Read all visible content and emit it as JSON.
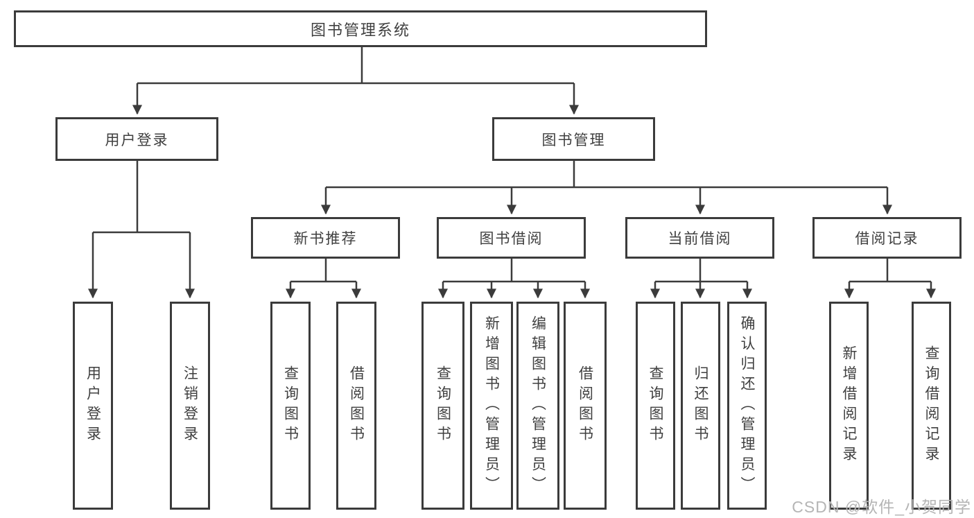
{
  "colors": {
    "line": "#3b3b3b",
    "box_border": "#3b3b3b",
    "text": "#3f3f3f",
    "background": "#ffffff",
    "watermark": "#b5b5b5"
  },
  "watermark": "CSDN @软件_小贺同学",
  "tree": {
    "root": "图书管理系统",
    "branches": [
      {
        "label": "用户登录",
        "children": [
          "用户登录",
          "注销登录"
        ]
      },
      {
        "label": "图书管理",
        "groups": [
          {
            "label": "新书推荐",
            "children": [
              "查询图书",
              "借阅图书"
            ]
          },
          {
            "label": "图书借阅",
            "children": [
              "查询图书",
              "新增图书（管理员）",
              "编辑图书（管理员）",
              "借阅图书"
            ]
          },
          {
            "label": "当前借阅",
            "children": [
              "查询图书",
              "归还图书",
              "确认归还（管理员）"
            ]
          },
          {
            "label": "借阅记录",
            "children": [
              "新增借阅记录",
              "查询借阅记录"
            ]
          }
        ]
      }
    ]
  }
}
